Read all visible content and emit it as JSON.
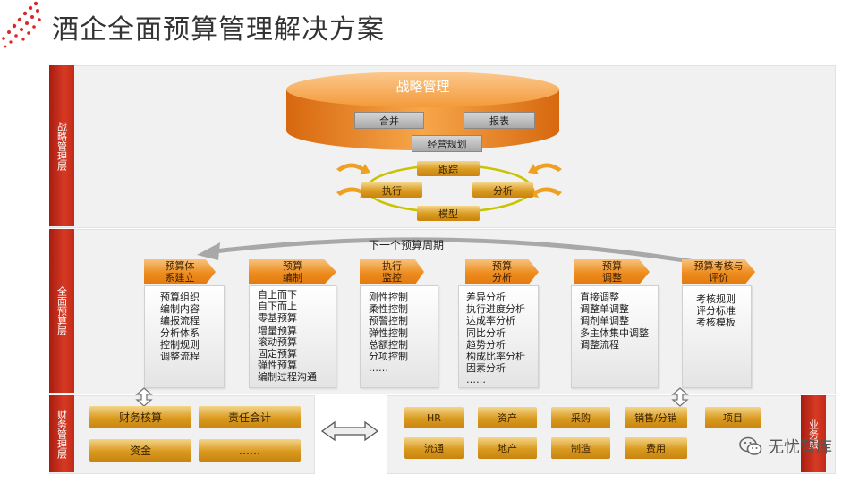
{
  "title": "酒企全面预算管理解决方案",
  "layers": {
    "strategy": "战略管理层",
    "budget": "全面预算层",
    "finance": "财务管理层",
    "business": "业务层"
  },
  "strategy": {
    "disc_label": "战略管理",
    "merge": "合并",
    "report": "报表",
    "planning": "经营规划",
    "track": "跟踪",
    "execute": "执行",
    "analyze": "分析",
    "model": "模型"
  },
  "next_cycle": "下一个预算周期",
  "stages": [
    {
      "head": [
        "预算体",
        "系建立"
      ],
      "items": [
        "预算组织",
        "编制内容",
        "编报流程",
        "分析体系",
        "控制规则",
        "调整流程"
      ]
    },
    {
      "head": [
        "预算",
        "编制"
      ],
      "items": [
        "自上而下",
        "自下而上",
        "零基预算",
        "增量预算",
        "滚动预算",
        "固定预算",
        "弹性预算",
        "编制过程沟通"
      ]
    },
    {
      "head": [
        "执行",
        "监控"
      ],
      "items": [
        "刚性控制",
        "柔性控制",
        "预警控制",
        "弹性控制",
        "总额控制",
        "分项控制",
        "……"
      ]
    },
    {
      "head": [
        "预算",
        "分析"
      ],
      "items": [
        "差异分析",
        "执行进度分析",
        "达成率分析",
        "同比分析",
        "趋势分析",
        "构成比率分析",
        "因素分析",
        "……"
      ]
    },
    {
      "head": [
        "预算",
        "调整"
      ],
      "items": [
        "直接调整",
        "调整单调整",
        "调剂单调整",
        "多主体集中调整",
        "调整流程"
      ]
    },
    {
      "head": [
        "预算考核与",
        "评价"
      ],
      "items": [
        "考核规则",
        "评分标准",
        "考核模板"
      ]
    }
  ],
  "finance_items": [
    "财务核算",
    "责任会计",
    "资金",
    "……"
  ],
  "business_items": [
    "HR",
    "资产",
    "采购",
    "销售/分销",
    "项目",
    "流通",
    "地产",
    "制造",
    "费用"
  ],
  "watermark": "无忧智库",
  "colors": {
    "accent_red": "#c8281a",
    "orange": "#ee8c1e",
    "gold": "#d99a1e"
  }
}
